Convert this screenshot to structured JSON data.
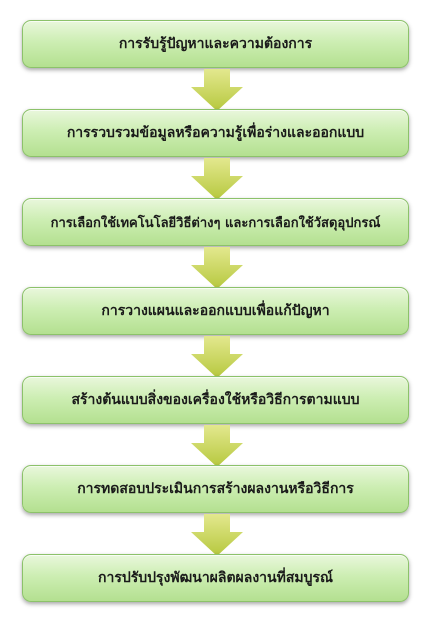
{
  "steps": [
    {
      "label": "การรับรู้ปัญหาและความต้องการ"
    },
    {
      "label": "การรวบรวมข้อมูลหรือความรู้เพื่อร่างและออกแบบ"
    },
    {
      "label": "การเลือกใช้เทคโนโลยีวิธีต่างๆ และการเลือกใช้วัสดุอุปกรณ์"
    },
    {
      "label": "การวางแผนและออกแบบเพื่อแก้ปัญหา"
    },
    {
      "label": "สร้างต้นแบบสิ่งของเครื่องใช้หรือวิธีการตามแบบ"
    },
    {
      "label": "การทดสอบประเมินการสร้างผลงานหรือวิธีการ"
    },
    {
      "label": "การปรับปรุงพัฒนาผลิตผลงานที่สมบูรณ์"
    }
  ],
  "colors": {
    "box_fill": "#cdeeb3",
    "box_border": "#8cc26a",
    "arrow_fill": "#c8d65a"
  }
}
